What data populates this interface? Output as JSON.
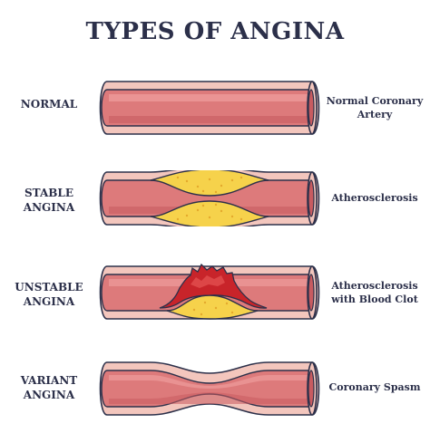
{
  "title": "TYPES OF ANGINA",
  "colors": {
    "vessel_wall": "#f3c6bd",
    "vessel_lumen": "#dd7a7b",
    "lumen_shadow": "#c85b60",
    "lumen_highlight": "#ee9d9c",
    "plaque": "#f6d24b",
    "plaque_dots": "#e4a92d",
    "clot": "#c8242a",
    "outline": "#2c304a"
  },
  "rows": [
    {
      "type": "normal",
      "left_label": [
        "NORMAL"
      ],
      "right_label": [
        "Normal Coronary",
        "Artery"
      ],
      "icon": "normal-artery-icon"
    },
    {
      "type": "stable",
      "left_label": [
        "STABLE",
        "ANGINA"
      ],
      "right_label": [
        "Atherosclerosis"
      ],
      "icon": "plaque-narrowed-artery-icon"
    },
    {
      "type": "unstable",
      "left_label": [
        "UNSTABLE",
        "ANGINA"
      ],
      "right_label": [
        "Atherosclerosis",
        "with Blood Clot"
      ],
      "icon": "blood-clot-artery-icon"
    },
    {
      "type": "variant",
      "left_label": [
        "VARIANT",
        "ANGINA"
      ],
      "right_label": [
        "Coronary Spasm"
      ],
      "icon": "spasm-artery-icon"
    }
  ]
}
